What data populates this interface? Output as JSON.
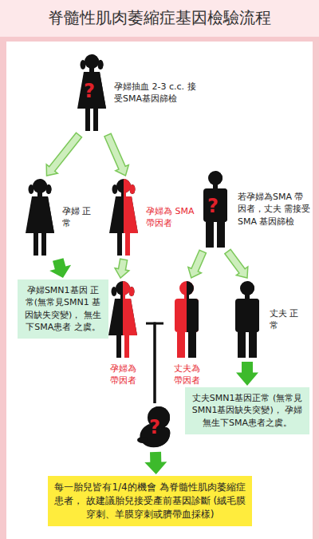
{
  "diagram": {
    "title": "脊髓性肌肉萎縮症基因檢驗流程",
    "nodes": [
      {
        "text": [
          "?",
          "孕婦抽血 2-3 c.c. 接受SMA基因篩檢"
        ]
      },
      {
        "text": [
          "孕婦 正常"
        ]
      },
      {
        "text": [
          "孕婦為 SMA帶因者"
        ]
      },
      {
        "text": [
          "?",
          "若孕婦為SMA 帶因者，丈夫 需接受SMA 基因篩檢"
        ]
      },
      {
        "text": [
          "孕婦SMN1基因 正常(無常見SMN1 基因缺失突變)， 無生下SMA患者 之虞。"
        ]
      },
      {
        "text": [
          "孕婦為 帶因者"
        ]
      },
      {
        "text": [
          "丈夫為 帶因者"
        ]
      },
      {
        "text": [
          "丈夫 正常"
        ]
      },
      {
        "text": [
          "丈夫SMN1基因正常 (無常見SMN1基因缺失突變)， 孕婦無生下SMA患者之虞。"
        ]
      },
      {
        "text": [
          "?"
        ]
      },
      {
        "text": [
          "每一胎兒皆有1/4的機會 為脊髓性肌肉萎縮症患者， 故建議胎兒接受產前基因診斷 (絨毛膜穿刺、羊膜穿刺或臍帶血採樣)"
        ]
      }
    ],
    "edges": [
      {
        "from": 0,
        "to": 1,
        "arrow": "to"
      },
      {
        "from": 0,
        "to": 2,
        "arrow": "to"
      },
      {
        "from": 1,
        "to": 4,
        "arrow": "to"
      },
      {
        "from": 2,
        "to": 5,
        "arrow": "to"
      },
      {
        "from": 3,
        "to": 6,
        "arrow": "to"
      },
      {
        "from": 3,
        "to": 7,
        "arrow": "to"
      },
      {
        "from": 7,
        "to": 8,
        "arrow": "to"
      },
      {
        "from": 5,
        "to": 9,
        "arrow": "none"
      },
      {
        "from": 6,
        "to": 9,
        "arrow": "none"
      },
      {
        "from": 9,
        "to": 10,
        "arrow": "to"
      }
    ]
  }
}
